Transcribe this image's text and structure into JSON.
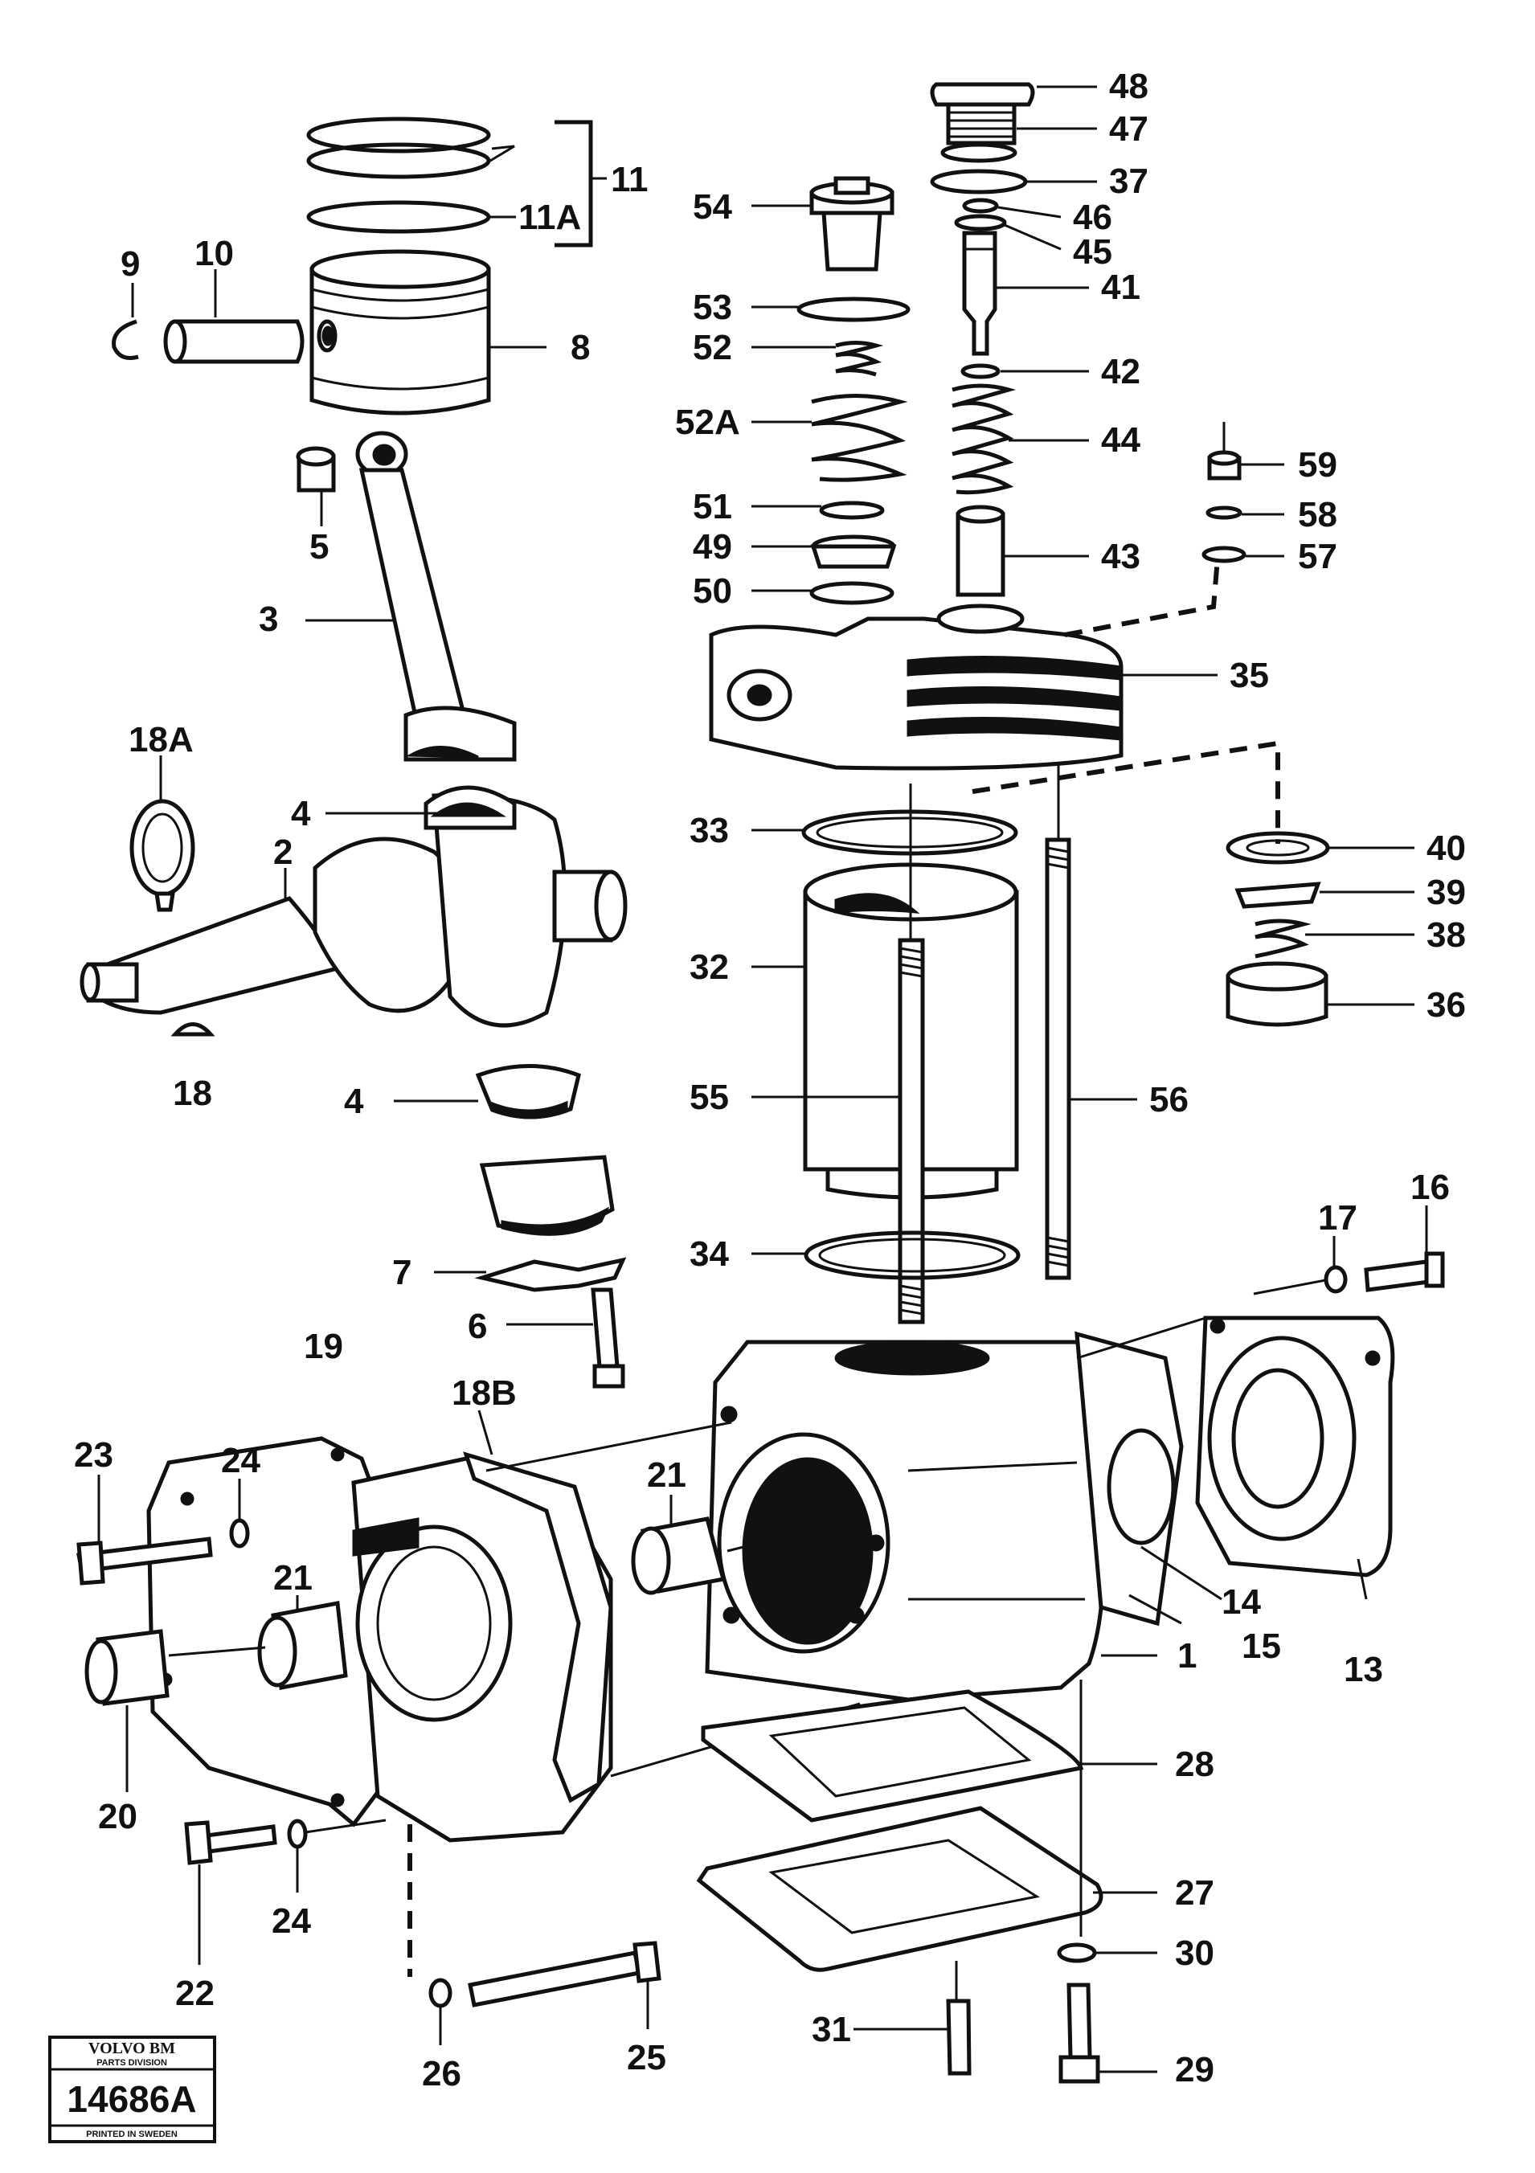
{
  "diagram": {
    "brand": "VOLVO BM",
    "division": "PARTS DIVISION",
    "drawing_number": "14686A",
    "printed": "PRINTED IN SWEDEN"
  },
  "callouts": [
    "1",
    "2",
    "3",
    "4",
    "4",
    "5",
    "6",
    "7",
    "8",
    "9",
    "10",
    "11",
    "11A",
    "13",
    "14",
    "15",
    "16",
    "17",
    "18",
    "18A",
    "18B",
    "19",
    "20",
    "21",
    "21",
    "22",
    "23",
    "24",
    "24",
    "25",
    "26",
    "27",
    "28",
    "29",
    "30",
    "31",
    "32",
    "33",
    "34",
    "35",
    "36",
    "37",
    "38",
    "39",
    "40",
    "41",
    "42",
    "43",
    "44",
    "45",
    "46",
    "47",
    "48",
    "49",
    "50",
    "51",
    "52",
    "52A",
    "53",
    "54",
    "55",
    "56",
    "57",
    "58",
    "59"
  ]
}
